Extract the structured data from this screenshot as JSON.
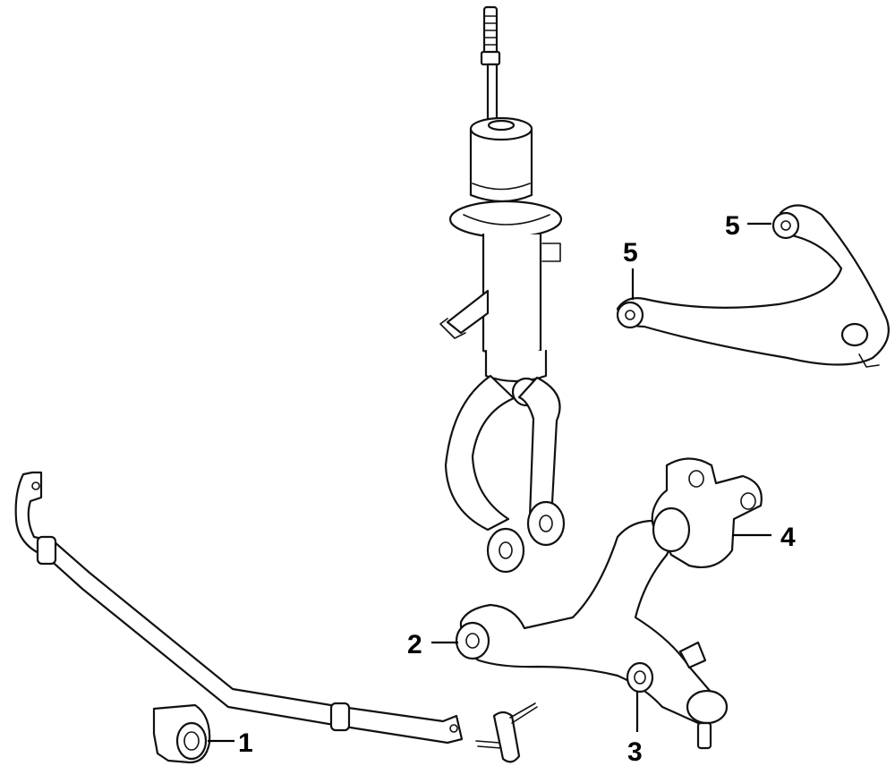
{
  "callouts": {
    "stabilizer_bushing": "1",
    "lower_arm_front_bushing": "2",
    "lower_arm_rear_bushing": "3",
    "lower_arm_large_bushing": "4",
    "upper_arm_bushing_front": "5",
    "upper_arm_bushing_rear": "5"
  },
  "colors": {
    "line": "#111111",
    "background": "#ffffff"
  }
}
